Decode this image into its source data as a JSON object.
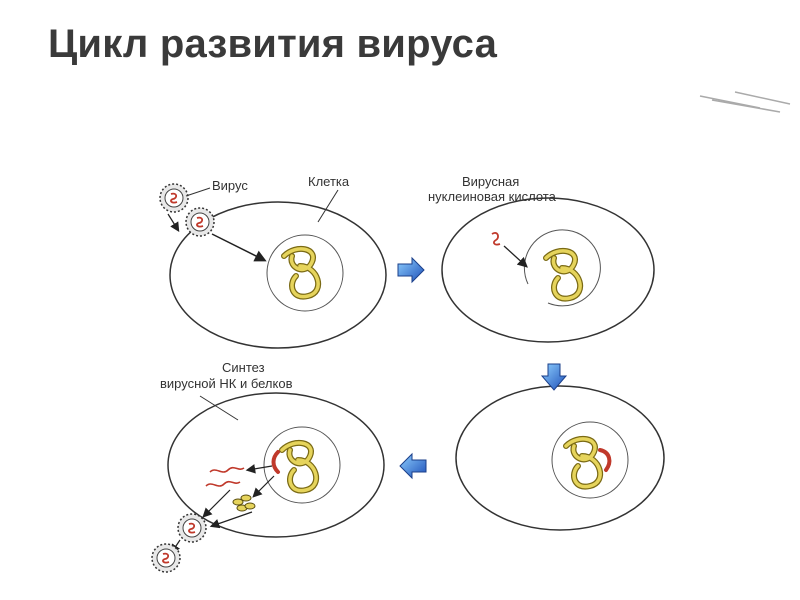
{
  "title": "Цикл развития вируса",
  "labels": {
    "virus": "Вирус",
    "cell": "Клетка",
    "viral_na_line1": "Вирусная",
    "viral_na_line2": "нуклеиновая кислота",
    "synthesis_line1": "Синтез",
    "synthesis_line2": "вирусной НК и белков"
  },
  "colors": {
    "title": "#3a3a3a",
    "cell_outline": "#333333",
    "dna": "#d8c24a",
    "viral_na": "#c0392b",
    "arrow_fill": "#2f6fd6"
  },
  "icons": {
    "stage_arrows": [
      "arrow-right-icon",
      "arrow-down-icon",
      "arrow-left-icon"
    ],
    "virus": "virus-particle-icon"
  }
}
